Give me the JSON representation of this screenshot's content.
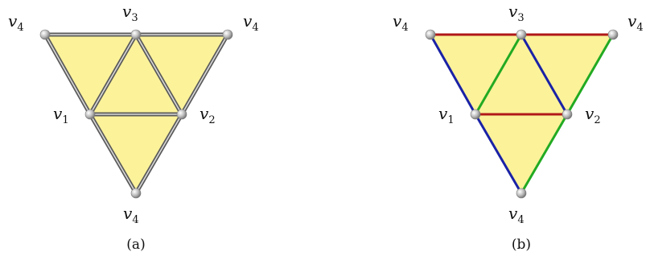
{
  "colors": {
    "face_fill": "#fbf29a",
    "gray_edge_outer": "#5a5a5a",
    "gray_edge_inner": "#d9d9d9",
    "red_edge": "#b01818",
    "blue_edge": "#1a22a6",
    "green_edge": "#22aa22",
    "vertex_fill": "#bdbdbd"
  },
  "vertex_shape": "sphere",
  "panels": [
    {
      "caption": "(a)",
      "labels": {
        "top_left": {
          "main": "v",
          "sub": "4"
        },
        "top_center": {
          "main": "v",
          "sub": "3"
        },
        "top_right": {
          "main": "v",
          "sub": "4"
        },
        "mid_left": {
          "main": "v",
          "sub": "1"
        },
        "mid_right": {
          "main": "v",
          "sub": "2"
        },
        "bottom": {
          "main": "v",
          "sub": "4"
        }
      }
    },
    {
      "caption": "(b)",
      "labels": {
        "top_left": {
          "main": "v",
          "sub": "4"
        },
        "top_center": {
          "main": "v",
          "sub": "3"
        },
        "top_right": {
          "main": "v",
          "sub": "4"
        },
        "mid_left": {
          "main": "v",
          "sub": "1"
        },
        "mid_right": {
          "main": "v",
          "sub": "2"
        },
        "bottom": {
          "main": "v",
          "sub": "4"
        }
      }
    }
  ]
}
